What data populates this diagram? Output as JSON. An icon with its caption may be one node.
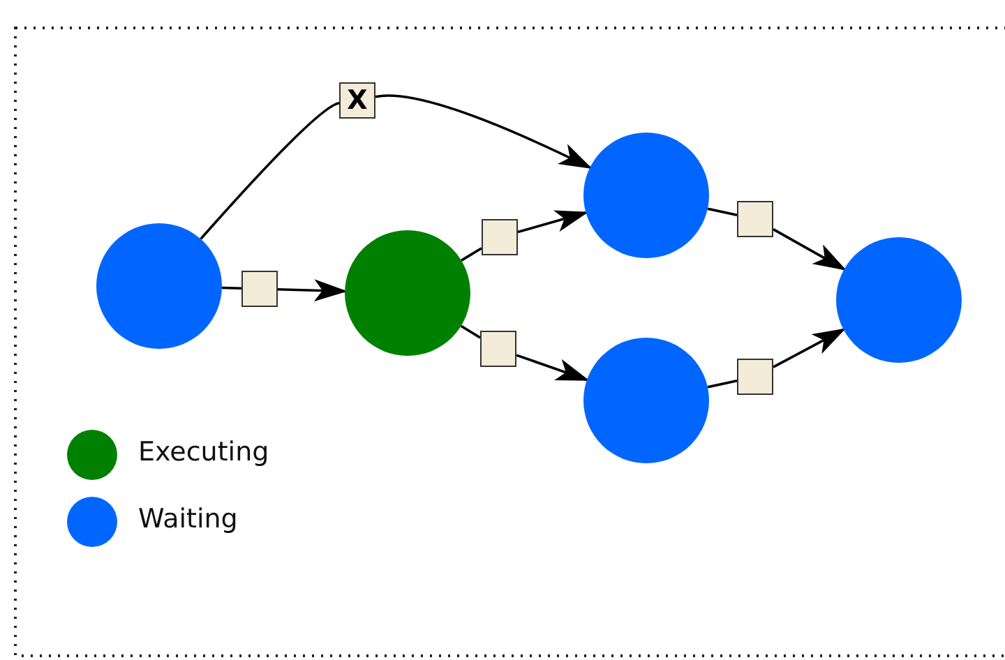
{
  "diagram": {
    "nodes": [
      {
        "text": [],
        "shape": "circle"
      },
      {
        "text": [
          "X"
        ]
      },
      {
        "text": [],
        "shape": "box"
      },
      {
        "text": [],
        "shape": "circle"
      },
      {
        "text": [],
        "shape": "box"
      },
      {
        "text": [],
        "shape": "box"
      },
      {
        "text": [],
        "shape": "circle"
      },
      {
        "text": [],
        "shape": "circle"
      },
      {
        "text": [],
        "shape": "box"
      },
      {
        "text": [],
        "shape": "box"
      },
      {
        "text": [],
        "shape": "circle"
      }
    ],
    "edges": [
      {
        "from": 0,
        "to": 1,
        "arrow": "none"
      },
      {
        "from": 1,
        "to": 6,
        "arrow": "to"
      },
      {
        "from": 0,
        "to": 2,
        "arrow": "none"
      },
      {
        "from": 2,
        "to": 3,
        "arrow": "to"
      },
      {
        "from": 3,
        "to": 4,
        "arrow": "none"
      },
      {
        "from": 4,
        "to": 6,
        "arrow": "to"
      },
      {
        "from": 3,
        "to": 5,
        "arrow": "none"
      },
      {
        "from": 5,
        "to": 7,
        "arrow": "to"
      },
      {
        "from": 6,
        "to": 8,
        "arrow": "none"
      },
      {
        "from": 8,
        "to": 10,
        "arrow": "to"
      },
      {
        "from": 7,
        "to": 9,
        "arrow": "none"
      },
      {
        "from": 9,
        "to": 10,
        "arrow": "to"
      }
    ],
    "legend": [
      {
        "text": "Executing",
        "color": "#008000"
      },
      {
        "text": "Waiting",
        "color": "#0066ff"
      }
    ]
  }
}
